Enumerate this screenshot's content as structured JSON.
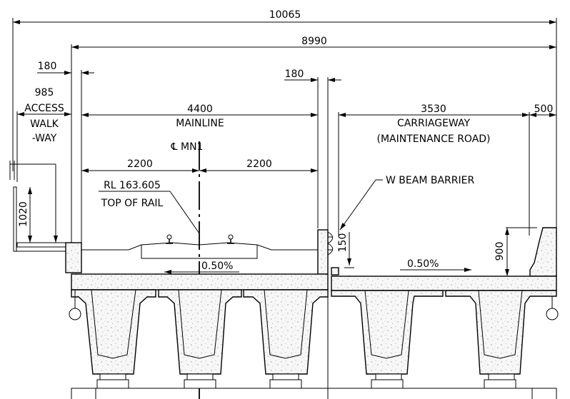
{
  "dimensions": {
    "overall_width": "10065",
    "deck_width": "8990",
    "left_gap": "180",
    "barrier_gap": "180",
    "walkway_width": "985",
    "mainline_width": "4400",
    "half_track_left": "2200",
    "half_track_right": "2200",
    "carriageway_width": "3530",
    "barrier_width": "500",
    "railing_height": "1020",
    "barrier_height": "900",
    "wbeam_height": "150"
  },
  "labels": {
    "walkway": [
      "ACCESS",
      "WALK",
      "-WAY"
    ],
    "mainline": "MAINLINE",
    "centerline": "℄ MN1",
    "rail_level": "RL 163.605",
    "top_of_rail": "TOP OF RAIL",
    "carriageway": "CARRIAGEWAY",
    "maintenance_road": "(MAINTENANCE ROAD)",
    "w_beam_barrier": "W BEAM BARRIER",
    "slope_left": "0.50%",
    "slope_right": "0.50%"
  }
}
